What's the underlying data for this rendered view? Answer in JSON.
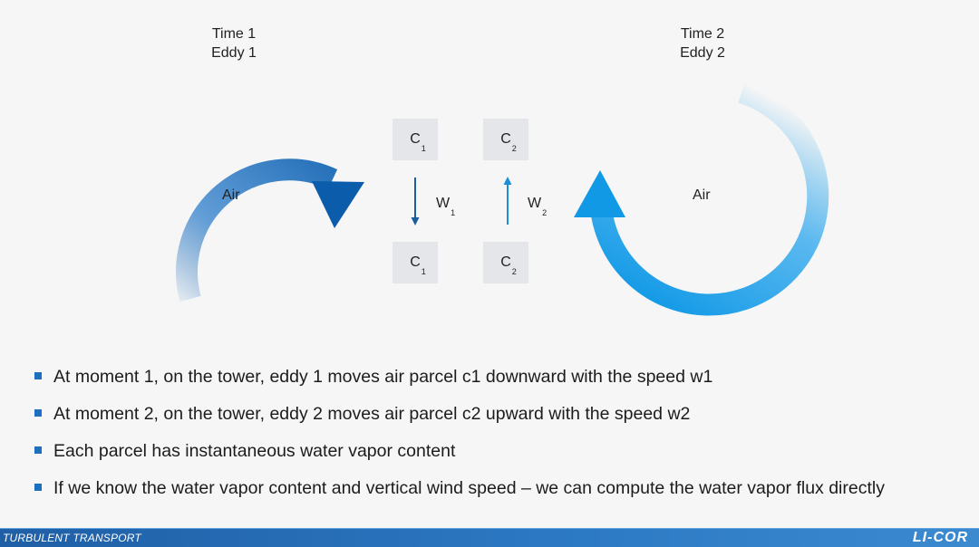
{
  "eddy1": {
    "time": "Time 1",
    "eddy": "Eddy 1",
    "air": "Air"
  },
  "eddy2": {
    "time": "Time 2",
    "eddy": "Eddy 2",
    "air": "Air"
  },
  "parcels": {
    "c_symbol": "C",
    "w_symbol": "W",
    "sub1": "1",
    "sub2": "2"
  },
  "bullets": [
    "At moment 1, on the tower, eddy 1 moves air parcel c1 downward with the speed w1",
    "At moment 2, on the tower, eddy 2 moves air parcel c2 upward with the speed w2",
    "Each parcel has instantaneous water vapor content",
    "If we know the water vapor content and vertical wind speed – we can compute the water vapor flux directly"
  ],
  "footer": {
    "title": "TURBULENT TRANSPORT",
    "logo": "LI-COR"
  },
  "colors": {
    "eddy1_dark": "#0b5cab",
    "eddy2_bright": "#1199e6",
    "bullet": "#1e6fbf",
    "footer": "#1f5fa6"
  }
}
